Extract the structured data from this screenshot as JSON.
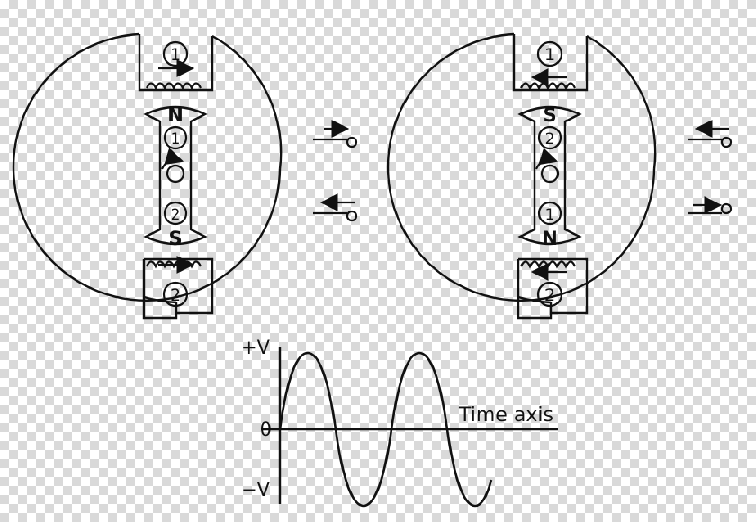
{
  "figure": {
    "title_hidden": "",
    "background": "#ffffff",
    "stroke": "#111111"
  },
  "generators": [
    {
      "name": "generator-left",
      "top_coil_label": "1",
      "bottom_coil_label": "2",
      "rotor_top_pole": "N",
      "rotor_bottom_pole": "S",
      "rotor_upper_number": "1",
      "rotor_lower_number": "2",
      "rotation_marker": "curved-arrow-clockwise",
      "top_terminal_arrow": "right",
      "bottom_terminal_arrow": "left",
      "top_coil_current_arrow": "right",
      "bottom_coil_current_arrow": "right"
    },
    {
      "name": "generator-right",
      "top_coil_label": "1",
      "bottom_coil_label": "2",
      "rotor_top_pole": "S",
      "rotor_bottom_pole": "N",
      "rotor_upper_number": "2",
      "rotor_lower_number": "1",
      "rotation_marker": "curved-arrow-clockwise",
      "top_terminal_arrow": "left",
      "bottom_terminal_arrow": "right",
      "top_coil_current_arrow": "left",
      "bottom_coil_current_arrow": "left"
    }
  ],
  "waveform": {
    "axis_label": "Time axis",
    "y_labels": {
      "top": "+V",
      "zero": "0",
      "bottom": "−V"
    },
    "chart_data": {
      "type": "line",
      "title": "",
      "xlabel": "Time axis",
      "ylabel": "",
      "ylim": [
        -1,
        1
      ],
      "xlim": [
        0,
        2.25
      ],
      "cycles": 2.25,
      "amplitude": 1,
      "grid": false,
      "legend": false
    }
  }
}
